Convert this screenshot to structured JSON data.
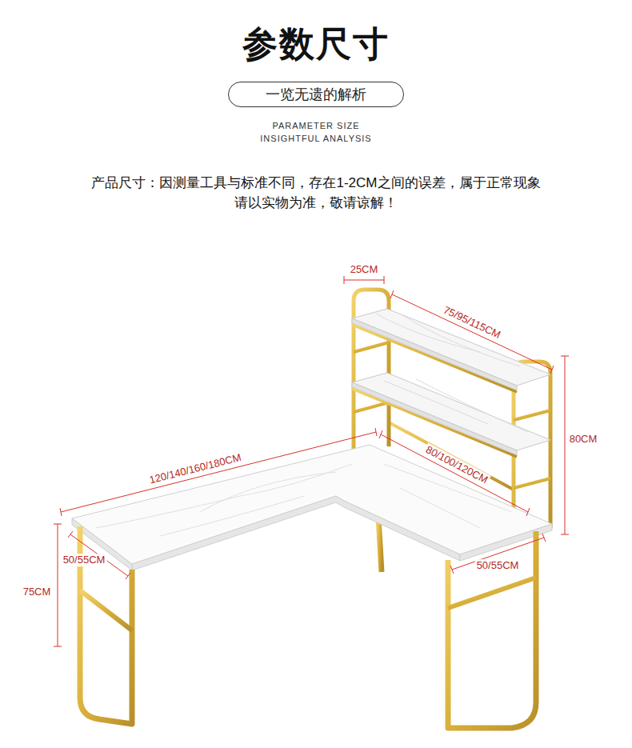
{
  "diagram": {
    "title": "参数尺寸",
    "nodes": [
      {
        "text": [
          "一览无遗的解析"
        ]
      }
    ],
    "labels": [
      "PARAMETER SIZE",
      "INSIGHTFUL ANALYSIS",
      "产品尺寸：因测量工具与标准不同，存在1-2CM之间的误差，属于正常现象",
      "请以实物为准，敬请谅解！",
      "25CM",
      "75/95/115CM",
      "80CM",
      "120/140/160/180CM",
      "80/100/120CM",
      "50/55CM",
      "75CM",
      "50/55CM"
    ]
  }
}
